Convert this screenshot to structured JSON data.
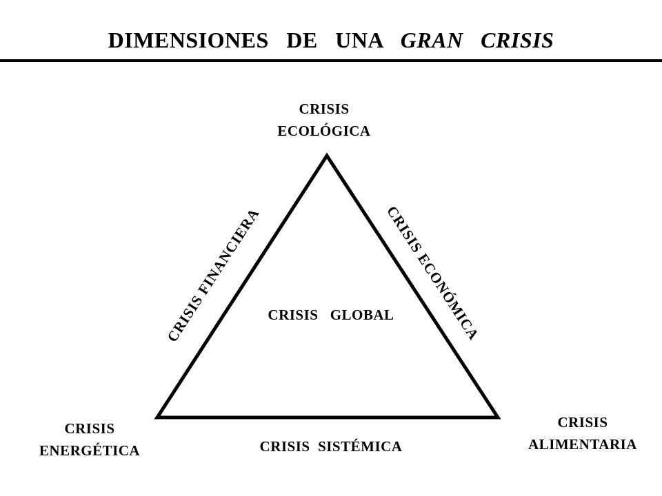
{
  "title": {
    "part1": "DIMENSIONES   DE   UNA   ",
    "part2": "GRAN   CRISIS"
  },
  "nodes": {
    "top": {
      "line1": "CRISIS",
      "line2": "ECOLÓGICA"
    },
    "bottom_left": {
      "line1": "CRISIS",
      "line2": "ENERGÉTICA"
    },
    "bottom_right": {
      "line1": "CRISIS",
      "line2": "ALIMENTARIA"
    }
  },
  "edges": {
    "left": "CRISIS FINANCIERA",
    "right": "CRISIS ECONÓMICA",
    "bottom": "CRISIS  SISTÉMICA"
  },
  "center": "CRISIS   GLOBAL"
}
